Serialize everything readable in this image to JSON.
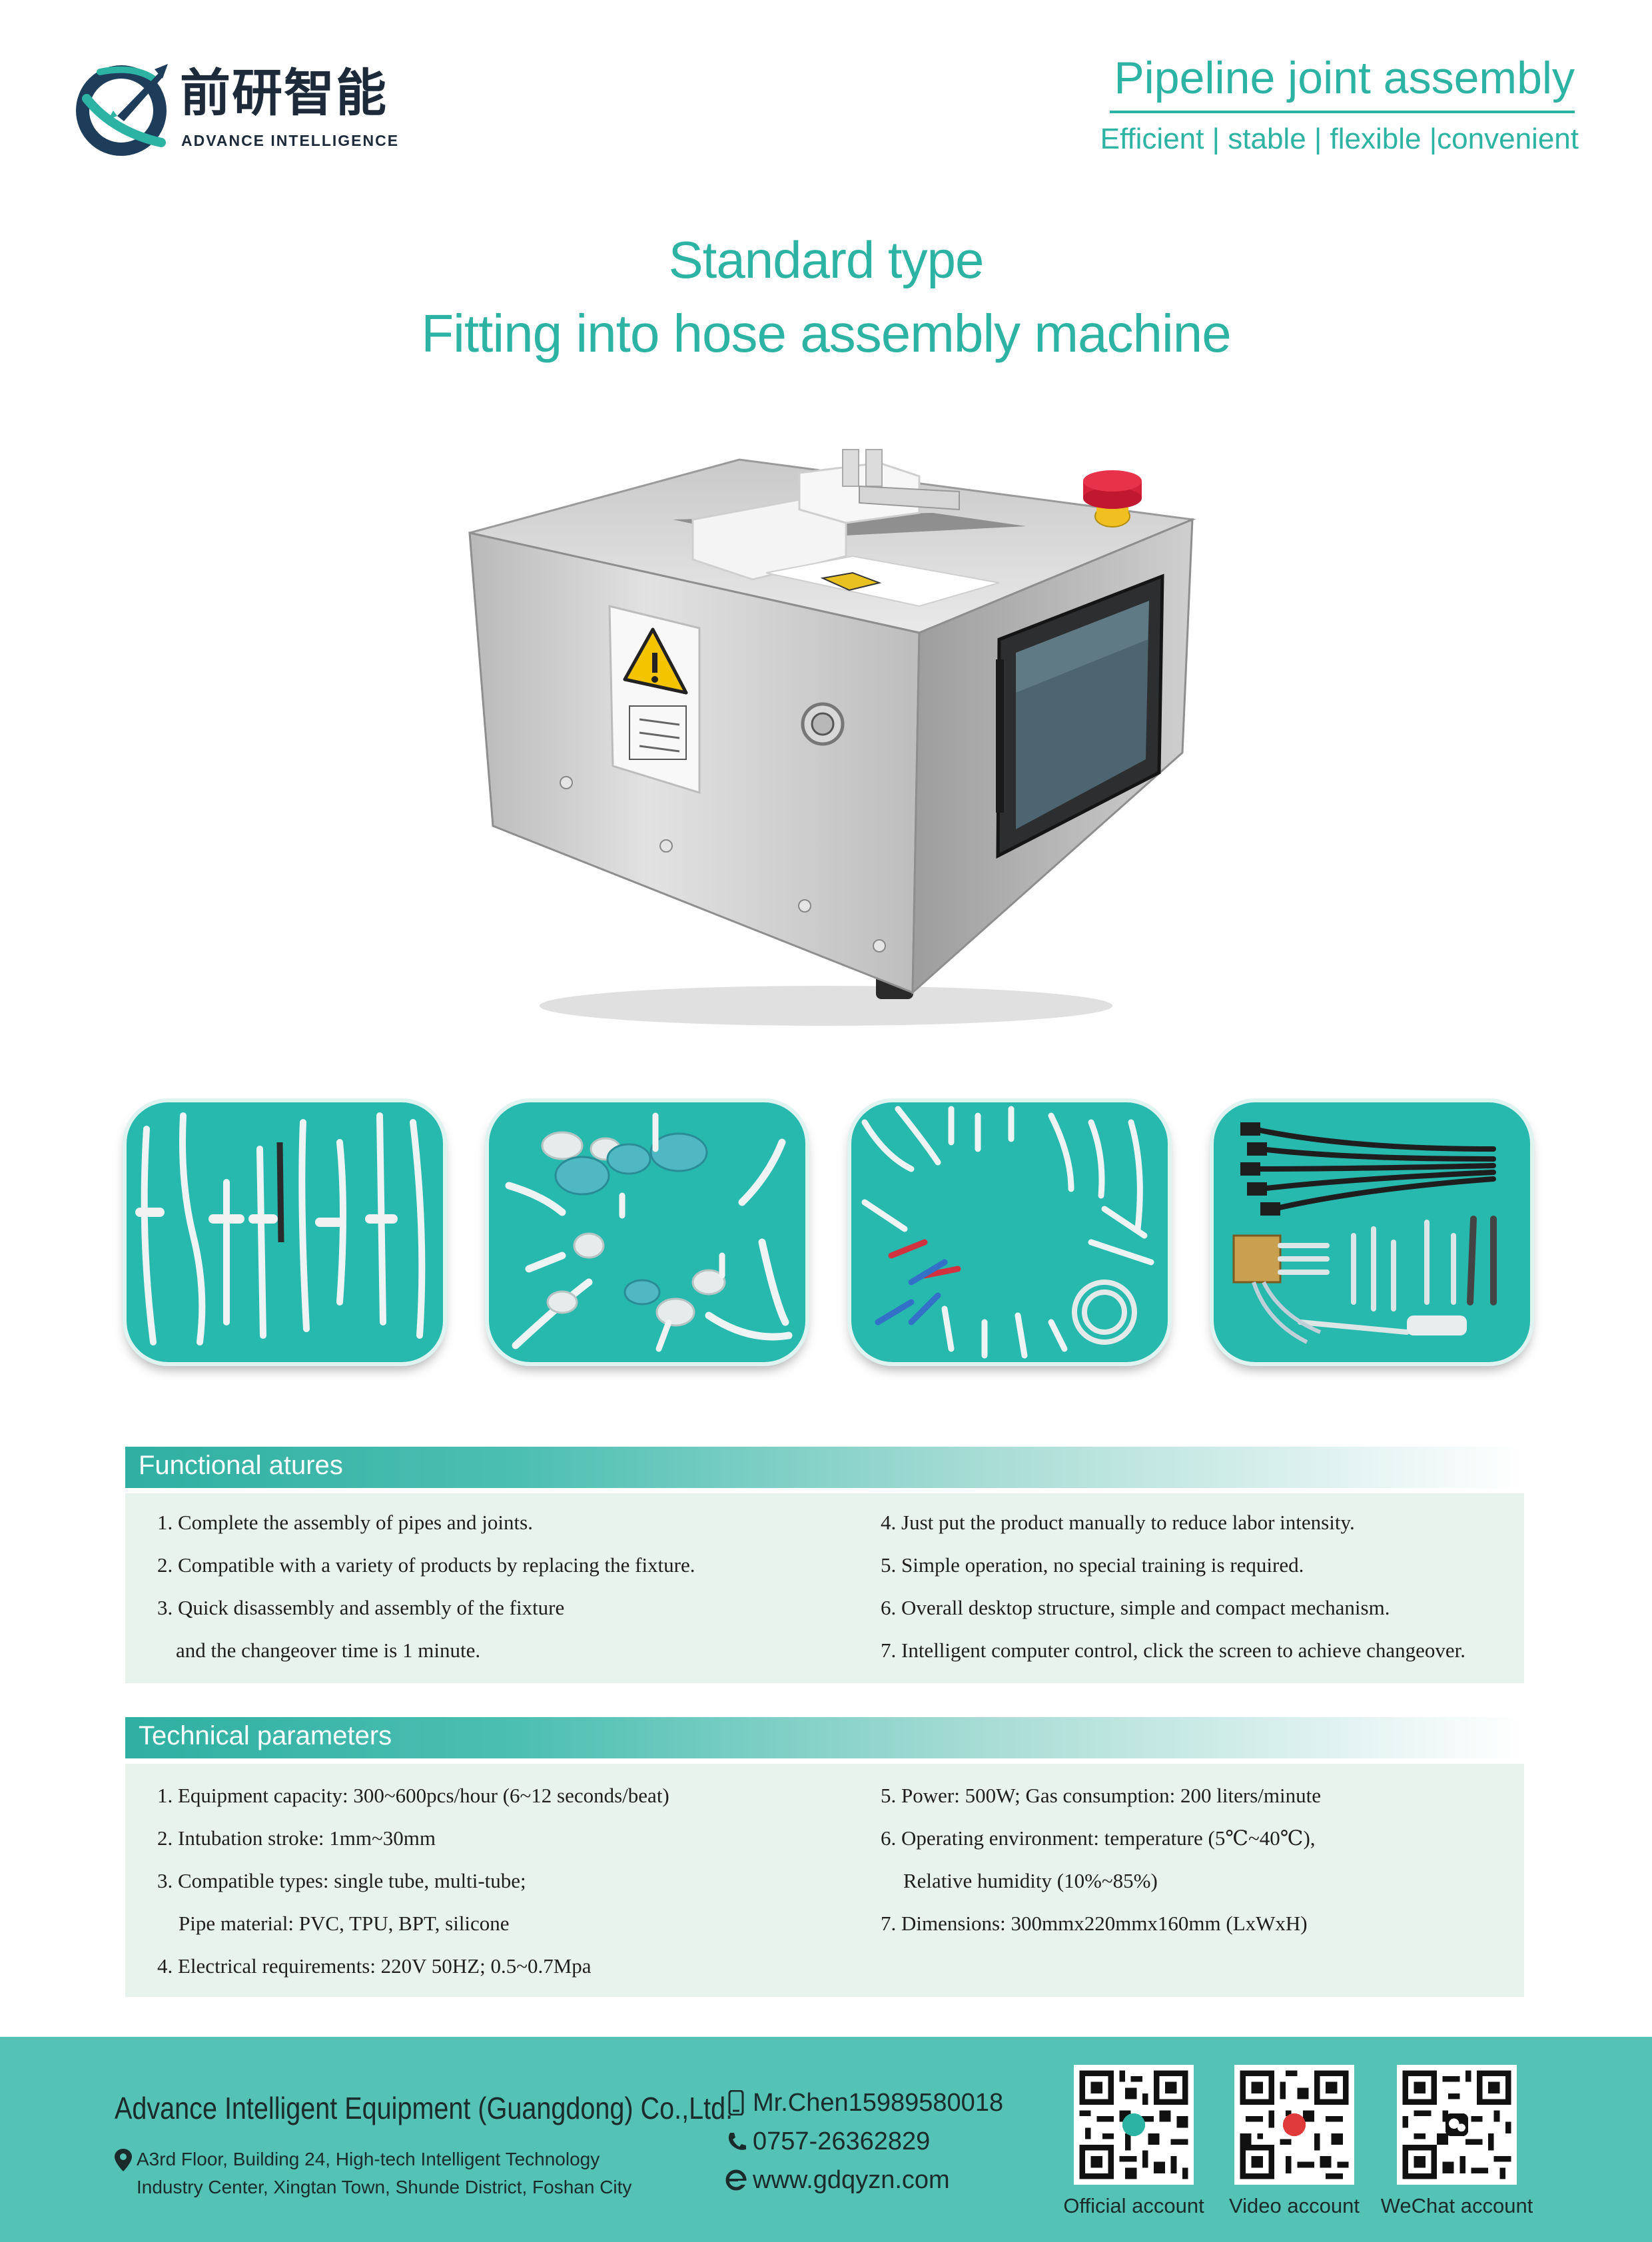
{
  "brand": {
    "name_cn": "前研智能",
    "name_en": "ADVANCE INTELLIGENCE",
    "colors": {
      "primary": "#2cb3a3",
      "navy": "#1d2a3a",
      "footer": "#55c2b6",
      "panel": "#e8f3ee"
    }
  },
  "header": {
    "title": "Pipeline joint assembly",
    "subtitle": "Efficient | stable | flexible |convenient"
  },
  "headline": {
    "line1": "Standard type",
    "line2": "Fitting into hose assembly machine"
  },
  "machine_image": {
    "icons": [
      "warning-triangle-icon",
      "emergency-stop-button",
      "touch-screen"
    ]
  },
  "product_tiles": [
    {
      "icon": "straight-tubes-icon"
    },
    {
      "icon": "filter-connectors-icon"
    },
    {
      "icon": "bent-tube-fittings-icon"
    },
    {
      "icon": "manifold-harness-icon"
    }
  ],
  "features": {
    "title": "Functional atures",
    "left": [
      "1. Complete the assembly of pipes and joints.",
      "2. Compatible with a variety of products by replacing the fixture.",
      "3. Quick disassembly and assembly of the fixture",
      "and the changeover time is 1 minute."
    ],
    "right": [
      "4. Just put the product manually to reduce labor intensity.",
      "5. Simple operation, no special training is required.",
      "6. Overall desktop structure, simple and compact mechanism.",
      "7. Intelligent computer control, click the screen to achieve changeover."
    ]
  },
  "parameters": {
    "title": "Technical parameters",
    "left": [
      "1. Equipment capacity: 300~600pcs/hour (6~12 seconds/beat)",
      "2. Intubation stroke: 1mm~30mm",
      "3. Compatible types: single tube, multi-tube;",
      "Pipe material: PVC, TPU, BPT, silicone",
      "4. Electrical requirements: 220V 50HZ; 0.5~0.7Mpa"
    ],
    "right": [
      "5. Power: 500W;  Gas consumption: 200 liters/minute",
      "6. Operating environment: temperature (5℃~40℃),",
      "Relative humidity (10%~85%)",
      "7. Dimensions: 300mmx220mmx160mm (LxWxH)"
    ]
  },
  "footer": {
    "company": "Advance Intelligent Equipment (Guangdong) Co.,Ltd.",
    "address_line1": "A3rd Floor, Building 24, High-tech Intelligent Technology",
    "address_line2": "Industry Center, Xingtan Town, Shunde District, Foshan City",
    "contact_mobile": "Mr.Chen15989580018",
    "phone": "0757-26362829",
    "website": "www.gdqyzn.com",
    "qr_codes": [
      {
        "label": "Official account"
      },
      {
        "label": "Video account"
      },
      {
        "label": "WeChat account"
      }
    ]
  }
}
